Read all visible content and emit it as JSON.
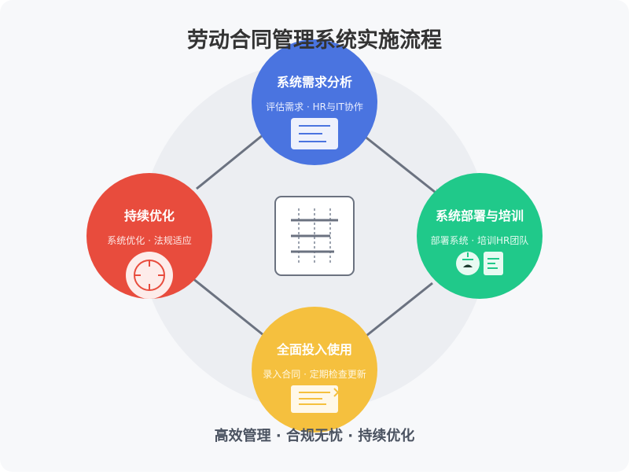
{
  "title": "劳动合同管理系统实施流程",
  "footer": "高效管理 · 合规无忧 · 持续优化",
  "colors": {
    "blue": "#4a74e0",
    "green": "#20c98a",
    "yellow": "#f5c03e",
    "red": "#e84c3d",
    "arrow": "#6b7280",
    "ring": "#eceef2"
  },
  "steps": [
    {
      "title": "系统需求分析",
      "subtitle": "评估需求 · HR与IT协作",
      "icon": "document-icon"
    },
    {
      "title": "系统部署与培训",
      "subtitle": "部署系统 · 培训HR团队",
      "icon": "power-and-doc-icon"
    },
    {
      "title": "全面投入使用",
      "subtitle": "录入合同 · 定期检查更新",
      "icon": "contract-icon"
    },
    {
      "title": "持续优化",
      "subtitle": "系统优化 · 法规适应",
      "icon": "target-icon"
    }
  ],
  "center_icon": "table-icon"
}
